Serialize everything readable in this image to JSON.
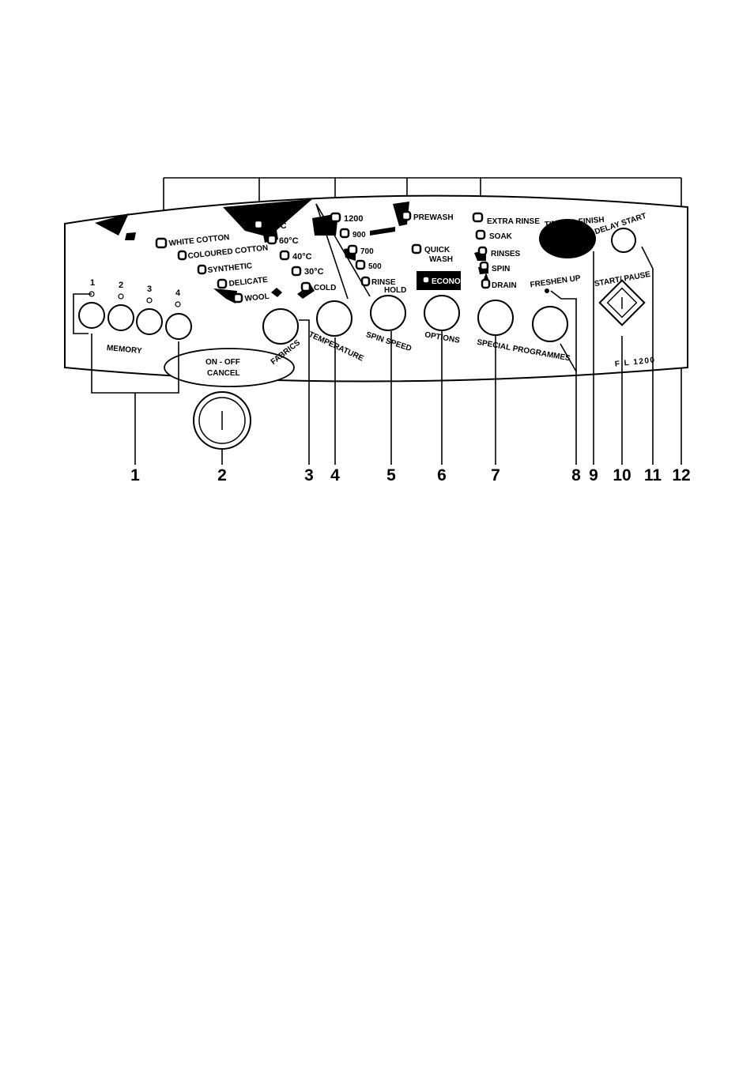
{
  "memory": {
    "button_numbers": [
      "1",
      "2",
      "3",
      "4"
    ],
    "label": "MEMORY"
  },
  "on_off": [
    "ON - OFF",
    "CANCEL"
  ],
  "fabrics": {
    "label": "FABRICS",
    "options": [
      "WHITE COTTON",
      "COLOURED COTTON",
      "SYNTHETIC",
      "DELICATE",
      "WOOL"
    ]
  },
  "temperature": {
    "label": "TEMPERATURE",
    "options": [
      "95°C",
      "60°C",
      "40°C",
      "30°C",
      "COLD"
    ]
  },
  "spin_speed": {
    "label": "SPIN SPEED",
    "options": [
      "1200",
      "900",
      "700",
      "500",
      "RINSE",
      "HOLD"
    ]
  },
  "options": {
    "label": "OPTIONS",
    "items": [
      "PREWASH",
      "QUICK",
      "WASH",
      "ECONOMY"
    ]
  },
  "special_programmes": {
    "label": "SPECIAL PROGRAMMES",
    "items": [
      "EXTRA RINSE",
      "SOAK",
      "RINSES",
      "SPIN",
      "DRAIN"
    ]
  },
  "freshen_up": "FRESHEN UP",
  "time_to_finish": "TIME TO FINISH",
  "delay_start": "DELAY START",
  "start_pause": "START/ PAUSE",
  "model": "F L 1200",
  "callouts": [
    "1",
    "2",
    "3",
    "4",
    "5",
    "6",
    "7",
    "8",
    "9",
    "10",
    "11",
    "12"
  ]
}
